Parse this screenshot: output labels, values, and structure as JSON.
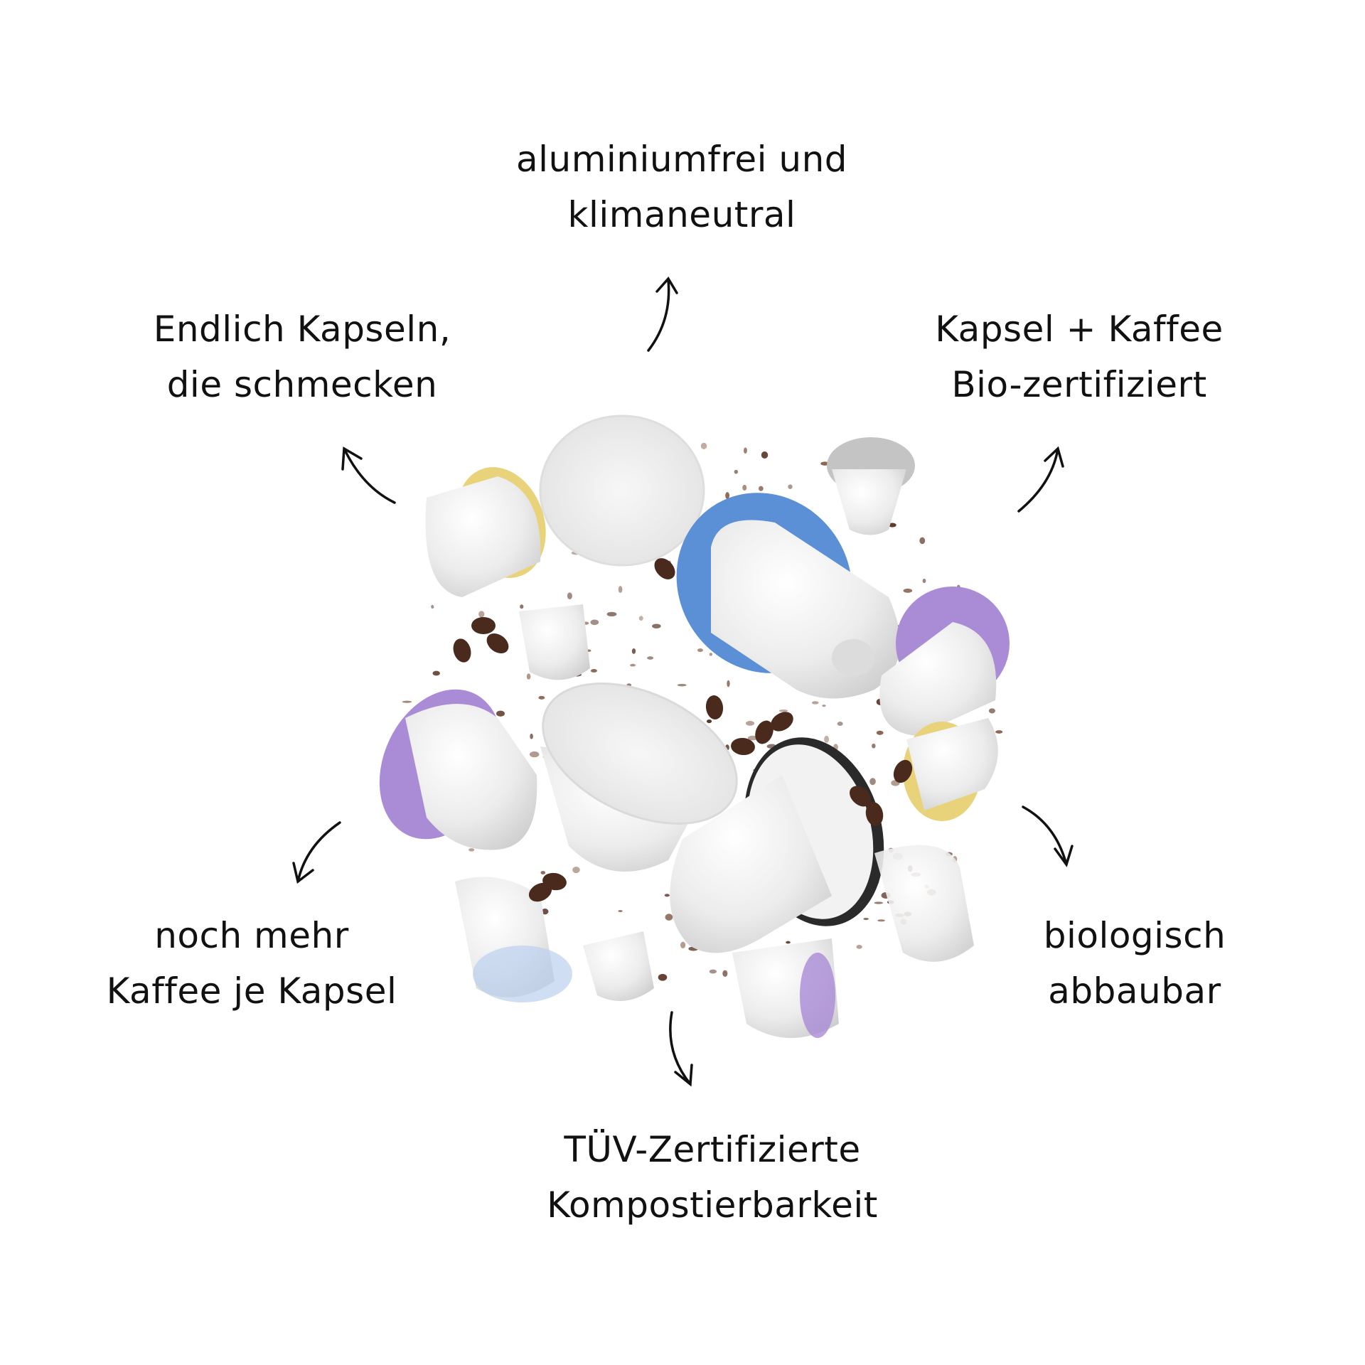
{
  "features": [
    {
      "id": "top",
      "lines": [
        "aluminiumfrei und",
        "klimaneutral"
      ]
    },
    {
      "id": "top-left",
      "lines": [
        "Endlich Kapseln,",
        "die schmecken"
      ]
    },
    {
      "id": "top-right",
      "lines": [
        "Kapsel + Kaffee",
        "Bio-zertifiziert"
      ]
    },
    {
      "id": "bottom-left",
      "lines": [
        "noch mehr",
        "Kaffee je Kapsel"
      ]
    },
    {
      "id": "bottom-right",
      "lines": [
        "biologisch",
        "abbaubar"
      ]
    },
    {
      "id": "bottom",
      "lines": [
        "TÜV-Zertifizierte",
        "Kompostierbarkeit"
      ]
    }
  ],
  "colors": {
    "text": "#111111",
    "rim_blue": "#5b8fd6",
    "rim_purple": "#a98bd6",
    "rim_yellow": "#e8d27a",
    "rim_gray": "#b9b9b9",
    "rim_black": "#2a2a2a",
    "coffee": "#4a2a1c"
  }
}
